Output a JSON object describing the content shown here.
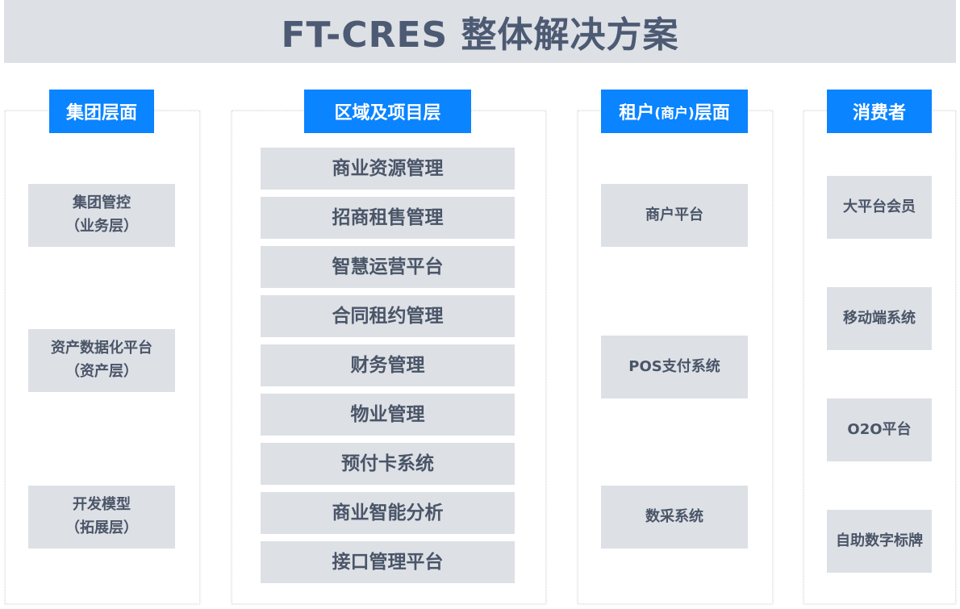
{
  "title": "FT-CRES 整体解决方案",
  "columns": {
    "group": {
      "header": "集团层面",
      "items": [
        {
          "line1": "集团管控",
          "line2": "（业务层）"
        },
        {
          "line1": "资产数据化平台",
          "line2": "（资产层）"
        },
        {
          "line1": "开发模型",
          "line2": "（拓展层）"
        }
      ]
    },
    "region": {
      "header": "区域及项目层",
      "items": [
        "商业资源管理",
        "招商租售管理",
        "智慧运营平台",
        "合同租约管理",
        "财务管理",
        "物业管理",
        "预付卡系统",
        "商业智能分析",
        "接口管理平台"
      ]
    },
    "tenant": {
      "header_main": "租户",
      "header_paren": "(商户)",
      "header_tail": "层面",
      "items": [
        "商户平台",
        "POS支付系统",
        "数采系统"
      ]
    },
    "consumer": {
      "header": "消费者",
      "items": [
        "大平台会员",
        "移动端系统",
        "O2O平台",
        "自助数字标牌"
      ]
    }
  },
  "colors": {
    "header_blue": "#0a84ff",
    "box_gray": "#dde0e5",
    "text_gray": "#4a5568",
    "title_text": "#4d5a73"
  }
}
